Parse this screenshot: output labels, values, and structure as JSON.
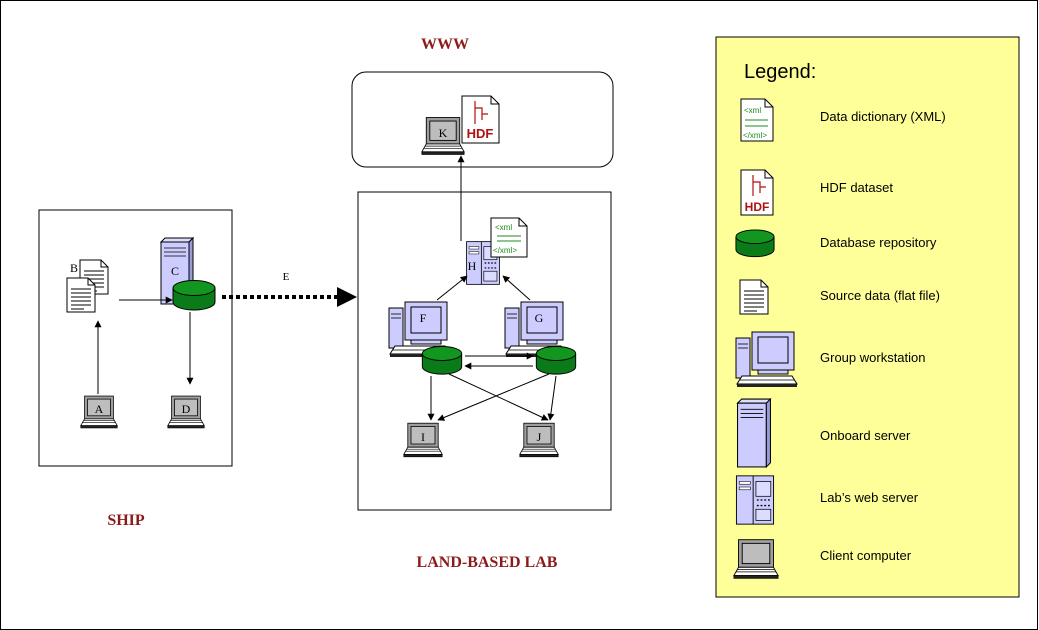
{
  "regions": {
    "www": "WWW",
    "ship": "SHIP",
    "lab": "LAND-BASED LAB"
  },
  "nodes": {
    "a": "A",
    "b": "B",
    "c": "C",
    "d": "D",
    "e": "E",
    "f": "F",
    "g": "G",
    "h": "H",
    "i": "I",
    "j": "J",
    "k": "K"
  },
  "icon_text": {
    "hdf": "HDF",
    "xml_open": "<xml",
    "xml_close": "</xml>"
  },
  "legend": {
    "title": "Legend:",
    "items": [
      {
        "icon": "xml-data-dictionary-icon",
        "label": "Data dictionary (XML)"
      },
      {
        "icon": "hdf-dataset-icon",
        "label": "HDF dataset"
      },
      {
        "icon": "database-icon",
        "label": "Database repository"
      },
      {
        "icon": "flat-file-icon",
        "label": "Source data (flat file)"
      },
      {
        "icon": "workstation-icon",
        "label": "Group workstation"
      },
      {
        "icon": "onboard-server-icon",
        "label": "Onboard server"
      },
      {
        "icon": "web-server-icon",
        "label": "Lab’s web server"
      },
      {
        "icon": "client-computer-icon",
        "label": "Client computer"
      }
    ]
  },
  "colors": {
    "region_title": "#8b1a1a",
    "legend_bg": "#ffff99",
    "db_green": "#0b7a18",
    "machine_purple": "#ccccff",
    "laptop_gray": "#bdbdbd",
    "hdf_red": "#b01010",
    "xml_green": "#1e8a1e"
  }
}
